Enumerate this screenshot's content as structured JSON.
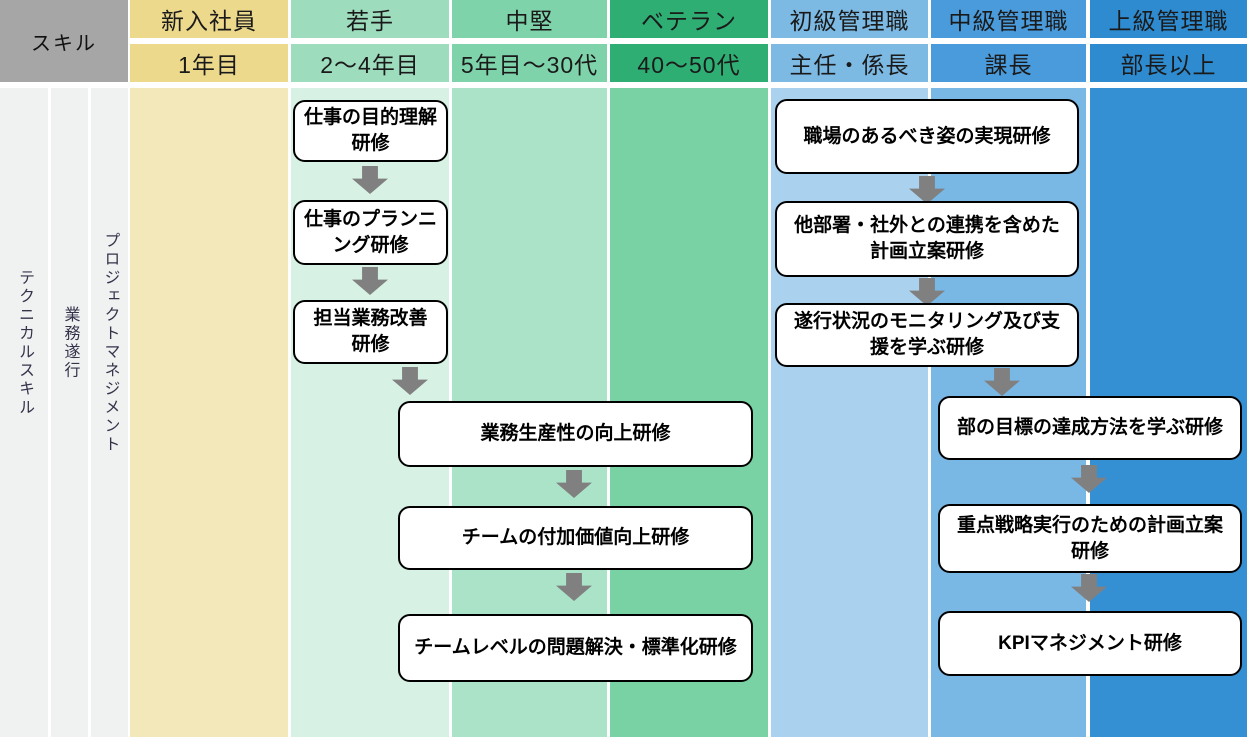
{
  "skill_header": "スキル",
  "columns": [
    {
      "title": "新入社員",
      "subtitle": "1年目",
      "header_color": "#edd98c",
      "body_color": "#f2e8b9"
    },
    {
      "title": "若手",
      "subtitle": "2〜4年目",
      "header_color": "#9edcbe",
      "body_color": "#d7f1e4"
    },
    {
      "title": "中堅",
      "subtitle": "5年目〜30代",
      "header_color": "#7fd3ab",
      "body_color": "#abe3c8"
    },
    {
      "title": "ベテラン",
      "subtitle": "40〜50代",
      "header_color": "#2fae74",
      "body_color": "#79d2a3"
    },
    {
      "title": "初級管理職",
      "subtitle": "主任・係長",
      "header_color": "#7cb9e3",
      "body_color": "#aad1ee"
    },
    {
      "title": "中級管理職",
      "subtitle": "課長",
      "header_color": "#4a9bdc",
      "body_color": "#79b7e4"
    },
    {
      "title": "上級管理職",
      "subtitle": "部長以上",
      "header_color": "#2e8bd0",
      "body_color": "#348fd3"
    }
  ],
  "skill_categories": [
    "テクニカルスキル",
    "業務遂行",
    "プロジェクトマネジメント"
  ],
  "flows": {
    "left": [
      "仕事の目的理解\n研修",
      "仕事のプランニ\nング研修",
      "担当業務改善\n研修",
      "業務生産性の向上研修",
      "チームの付加価値向上研修",
      "チームレベルの問題解決・標準化研修"
    ],
    "right": [
      "職場のあるべき姿の実現研修",
      "他部署・社外との連携を含めた\n計画立案研修",
      "遂行状況のモニタリング及び支\n援を学ぶ研修",
      "部の目標の達成方法を学ぶ研修",
      "重点戦略実行のための計画立案\n研修",
      "KPIマネジメント研修"
    ]
  },
  "colors": {
    "skill_header_bg": "#a6a6a6",
    "sidebar_column_bg": "#f0f1f1",
    "box_bg": "#ffffff",
    "box_border": "#000000",
    "arrow": "#808080",
    "background": "#ffffff"
  }
}
